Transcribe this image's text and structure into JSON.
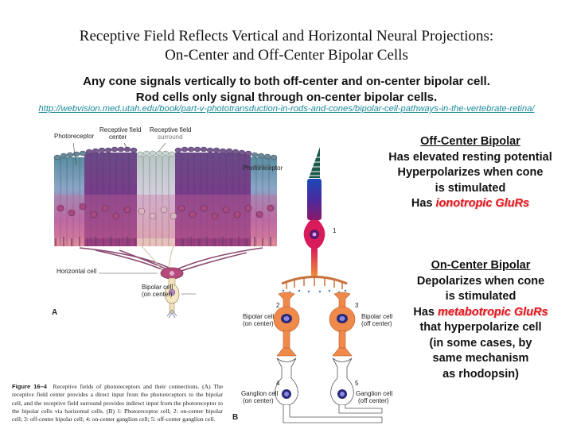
{
  "title": {
    "line1": "Receptive Field Reflects Vertical and Horizontal Neural Projections:",
    "line2": "On-Center and Off-Center Bipolar Cells"
  },
  "summary": {
    "line1": "Any cone signals vertically to both off-center and on-center bipolar cell.",
    "line2": "Rod cells only signal through on-center bipolar cells."
  },
  "source_link": "http://webvision.med.utah.edu/book/part-v-phototransduction-in-rods-and-cones/bipolar-cell-pathways-in-the-vertebrate-retina/",
  "off_center": {
    "heading": "Off-Center Bipolar",
    "line1": "Has elevated resting potential",
    "line2": "Hyperpolarizes when cone",
    "line3": "is stimulated",
    "has_prefix": "Has ",
    "receptor": "ionotropic GluRs"
  },
  "on_center": {
    "heading": "On-Center Bipolar",
    "line1": "Depolarizes when cone",
    "line2": "is stimulated",
    "has_prefix": "Has ",
    "receptor": "metabotropic GluRs",
    "line3": "that hyperpolarize cell",
    "line4": "(in some cases, by",
    "line5": "same mechanism",
    "line6": "as rhodopsin)"
  },
  "figure_a": {
    "panel_label": "A",
    "labels": {
      "photoreceptor_top": "Photoreceptor",
      "rf_center_1": "Receptive field",
      "rf_center_2": "center",
      "rf_surround_1": "Receptive field",
      "rf_surround_2": "surround",
      "photoreceptor_right": "Photoreceptor",
      "horizontal_cell": "Horizontal cell",
      "bipolar_1": "Bipolar cell",
      "bipolar_2": "(on center)"
    }
  },
  "figure_b": {
    "panel_label": "B",
    "labels": {
      "n1": "1",
      "n2": "2",
      "n3": "3",
      "n4": "4",
      "n5": "5",
      "bip_on_1": "Bipolar cell",
      "bip_on_2": "(on center)",
      "bip_off_1": "Bipolar cell",
      "bip_off_2": "(off center)",
      "gang_on_1": "Ganglion cell",
      "gang_on_2": "(on center)",
      "gang_off_1": "Ganglion cell",
      "gang_off_2": "(off center)"
    }
  },
  "caption": {
    "figure_no": "Figure 16–4",
    "text": "Receptive fields of photoreceptors and their connections. (A) The receptive field center provides a direct input from the photoreceptors to the bipolar cell, and the receptive field surround provides indirect input from the photoreceptor to the bipolar cells via horizontal cells. (B) 1: Photoreceptor cell; 2: on-center bipolar cell; 3: off-center bipolar cell; 4: on-center ganglion cell; 5: off-center ganglion cell."
  },
  "colors": {
    "link": "#1c8a9a",
    "highlight_red": "#e8141b",
    "bipolar_orange": "#f08a4b",
    "photoreceptor_magenta": "#d81b5a"
  }
}
